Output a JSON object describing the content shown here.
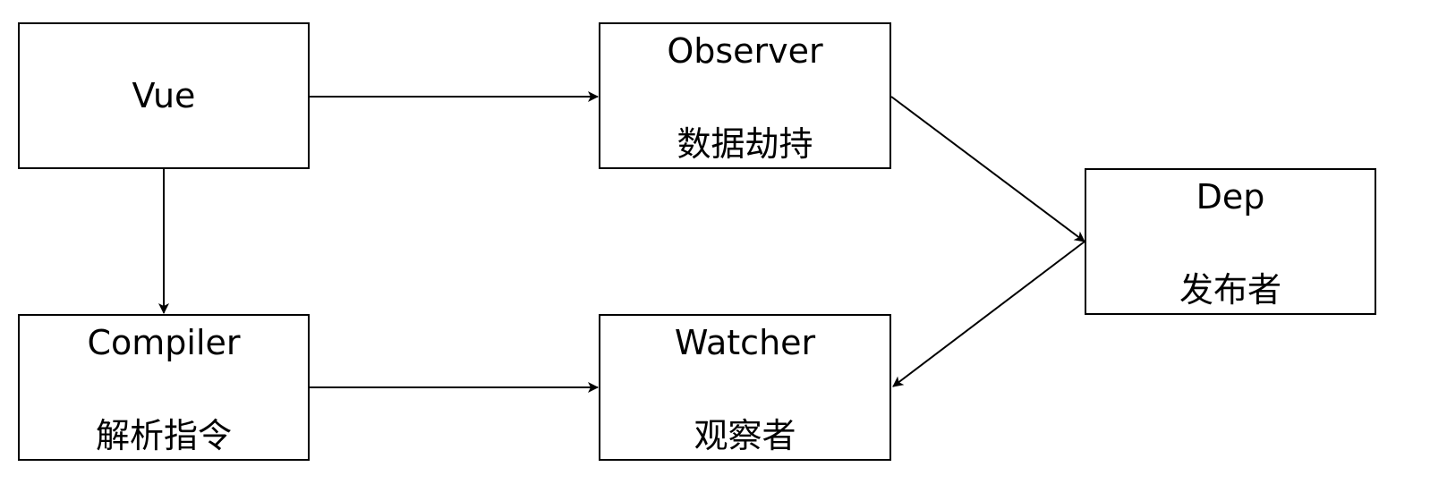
{
  "nodes": {
    "vue": {
      "title": "Vue"
    },
    "observer": {
      "title": "Observer",
      "subtitle": "数据劫持"
    },
    "dep": {
      "title": "Dep",
      "subtitle": "发布者"
    },
    "compiler": {
      "title": "Compiler",
      "subtitle": "解析指令"
    },
    "watcher": {
      "title": "Watcher",
      "subtitle": "观察者"
    }
  },
  "edges": [
    {
      "from": "Vue",
      "to": "Observer"
    },
    {
      "from": "Vue",
      "to": "Compiler"
    },
    {
      "from": "Observer",
      "to": "Dep"
    },
    {
      "from": "Dep",
      "to": "Watcher"
    },
    {
      "from": "Compiler",
      "to": "Watcher"
    }
  ],
  "colors": {
    "stroke": "#000000",
    "fill": "#ffffff",
    "text": "#000000"
  }
}
